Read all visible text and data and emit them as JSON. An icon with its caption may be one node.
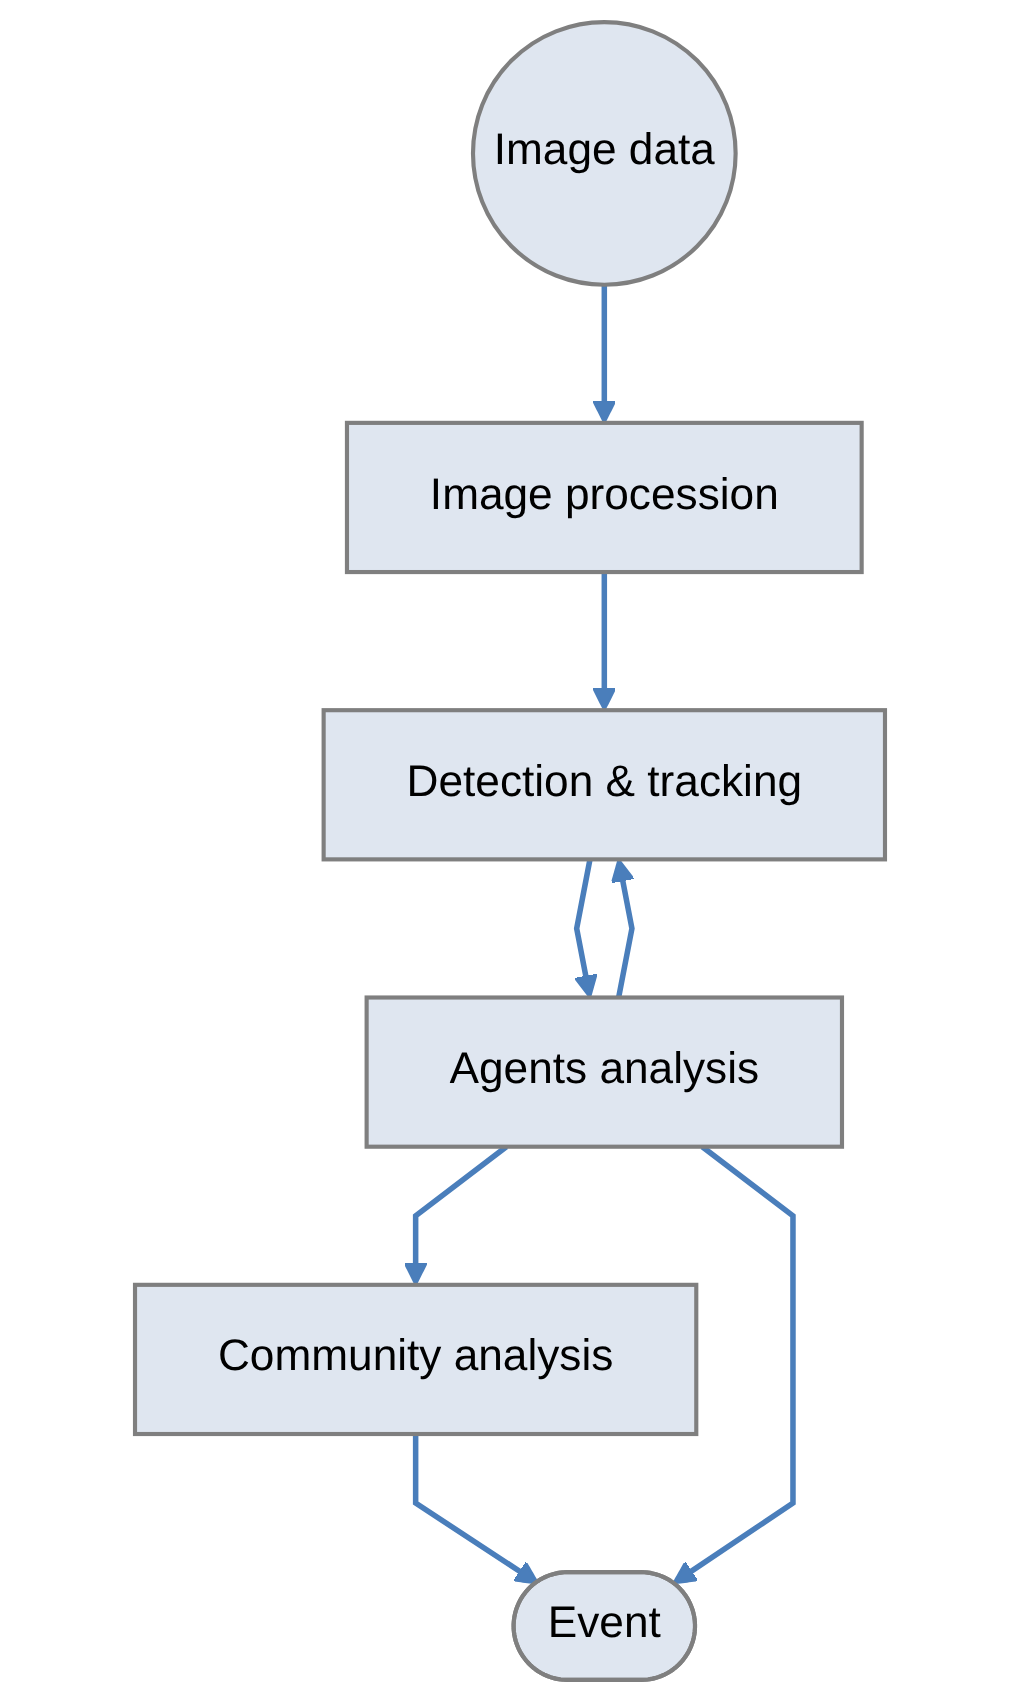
{
  "diagram": {
    "nodes": [
      {
        "text": [
          "Image data"
        ]
      },
      {
        "text": [
          "Image procession"
        ]
      },
      {
        "text": [
          "Detection & tracking"
        ]
      },
      {
        "text": [
          "Agents analysis"
        ]
      },
      {
        "text": [
          "Community analysis"
        ]
      },
      {
        "text": [
          "Event"
        ]
      }
    ],
    "edges": [
      {
        "from": 0,
        "to": 1,
        "arrow": "to"
      },
      {
        "from": 1,
        "to": 2,
        "arrow": "to"
      },
      {
        "from": 2,
        "to": 3,
        "arrow": "to"
      },
      {
        "from": 3,
        "to": 2,
        "arrow": "to"
      },
      {
        "from": 3,
        "to": 4,
        "arrow": "to"
      },
      {
        "from": 4,
        "to": 5,
        "arrow": "to"
      },
      {
        "from": 3,
        "to": 5,
        "arrow": "to"
      }
    ]
  }
}
